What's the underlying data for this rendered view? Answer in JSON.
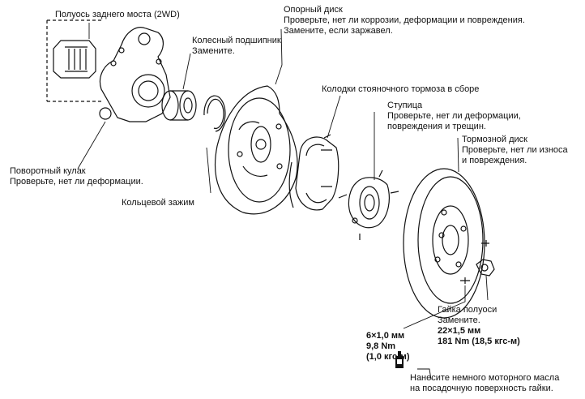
{
  "labels": {
    "axle_shaft": "Полуось заднего моста (2WD)",
    "wheel_bearing": {
      "line1": "Колесный подшипник",
      "line2": "Замените."
    },
    "backing_plate": {
      "line1": "Опорный диск",
      "line2": "Проверьте, нет ли коррозии, деформации и повреждения.",
      "line3": "Замените, если заржавел."
    },
    "parking_brake_shoes": "Колодки стояночного тормоза в сборе",
    "hub": {
      "line1": "Ступица",
      "line2": "Проверьте, нет ли деформации,",
      "line3": "повреждения и трещин."
    },
    "brake_disc": {
      "line1": "Тормозной диск",
      "line2": "Проверьте, нет ли износа",
      "line3": "и повреждения."
    },
    "knuckle": {
      "line1": "Поворотный кулак",
      "line2": "Проверьте, нет ли деформации."
    },
    "snap_ring": "Кольцевой зажим",
    "axle_nut": {
      "line1": "Гайка полуоси",
      "line2": "Замените.",
      "line3": "22×1,5 мм",
      "line4": "181 Nm (18,5 кгс-м)"
    },
    "screw_spec": {
      "line1": "6×1,0 мм",
      "line2": "9,8 Nm",
      "line3": "(1,0 кгс-м)"
    },
    "oil_note": {
      "line1": "Нанесите немного моторного масла",
      "line2": "на посадочную поверхность гайки."
    }
  },
  "icons": {
    "oil_can": "oil-can-icon"
  }
}
